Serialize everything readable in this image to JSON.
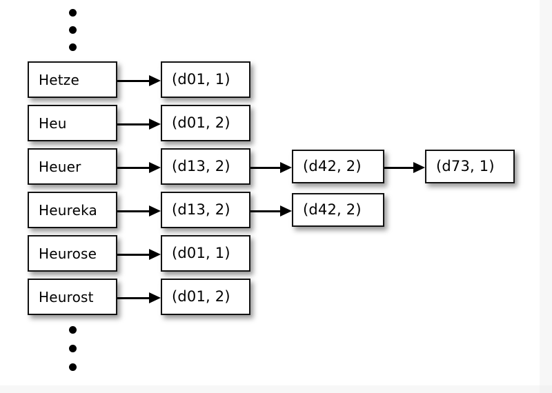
{
  "diagram": {
    "title": "Inverted index: dictionary terms mapped to chained posting list nodes",
    "background_color": "#ffffff",
    "box_border_color": "#111111",
    "box_fill_color": "#ffffff",
    "arrow_color": "#000000",
    "page_edge_color": "#f7f7f7"
  },
  "ellipsis_top": {
    "name": "vertical-ellipsis-above-dictionary",
    "dots": 3
  },
  "ellipsis_bottom": {
    "name": "vertical-ellipsis-below-dictionary",
    "dots": 3
  },
  "rows": [
    {
      "term": "Hetze",
      "postings": [
        "(d01, 1)"
      ]
    },
    {
      "term": "Heu",
      "postings": [
        "(d01, 2)"
      ]
    },
    {
      "term": "Heuer",
      "postings": [
        "(d13, 2)",
        "(d42, 2)",
        "(d73, 1)"
      ]
    },
    {
      "term": "Heureka",
      "postings": [
        "(d13, 2)",
        "(d42, 2)"
      ]
    },
    {
      "term": "Heurose",
      "postings": [
        "(d01, 1)"
      ]
    },
    {
      "term": "Heurost",
      "postings": [
        "(d01, 2)"
      ]
    }
  ]
}
